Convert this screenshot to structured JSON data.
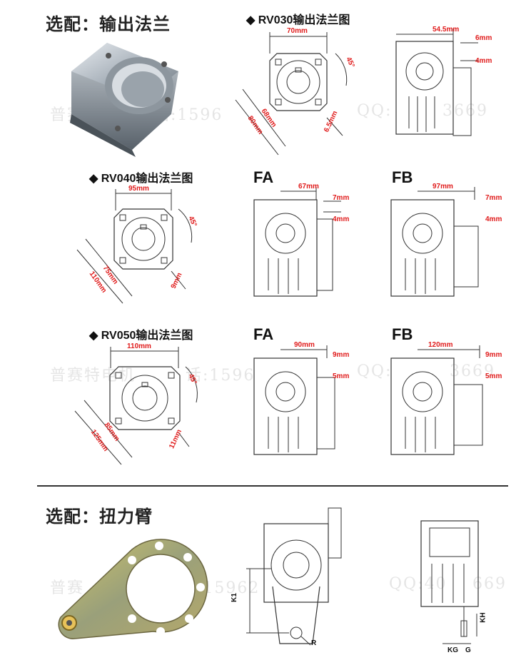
{
  "sections": {
    "flange_title": "选配：输出法兰",
    "torque_title": "选配：扭力臂"
  },
  "watermarks": {
    "row1_right": "QQ:",
    "row1_right_num": "3669",
    "row1_mid": "话:1596",
    "row1_left": "普赛",
    "row2": "普赛特电机",
    "row2_mid": "话:1596",
    "row2_right": "QQ:",
    "row2_num": "3669",
    "row3_left": "普赛",
    "row3_mid": "电机  电话:15962",
    "row3_right": "QQ:40",
    "row3_num": "669"
  },
  "rv030": {
    "title": "RV030输出法兰图",
    "dims": {
      "width": "70mm",
      "angle": "45°",
      "d1": "68mm",
      "d2": "80mm",
      "hole": "6.5mm"
    },
    "side": {
      "width": "54.5mm",
      "t1": "6mm",
      "t2": "4mm"
    }
  },
  "rv040": {
    "title": "RV040输出法兰图",
    "dims": {
      "width": "95mm",
      "angle": "45°",
      "d1": "75mm",
      "d2": "110mm",
      "hole": "9mm"
    },
    "fa": {
      "label": "FA",
      "width": "67mm",
      "t1": "7mm",
      "t2": "4mm"
    },
    "fb": {
      "label": "FB",
      "width": "97mm",
      "t1": "7mm",
      "t2": "4mm"
    }
  },
  "rv050": {
    "title": "RV050输出法兰图",
    "dims": {
      "width": "110mm",
      "angle": "45°",
      "d1": "85mm",
      "d2": "125mm",
      "hole": "11mm"
    },
    "fa": {
      "label": "FA",
      "width": "90mm",
      "t1": "9mm",
      "t2": "5mm"
    },
    "fb": {
      "label": "FB",
      "width": "120mm",
      "t1": "9mm",
      "t2": "5mm"
    }
  },
  "torque": {
    "k1": "K1",
    "r": "R",
    "kh": "KH",
    "kg": "KG",
    "g": "G"
  },
  "colors": {
    "dim_red": "#e01b1b",
    "line": "#333333"
  }
}
